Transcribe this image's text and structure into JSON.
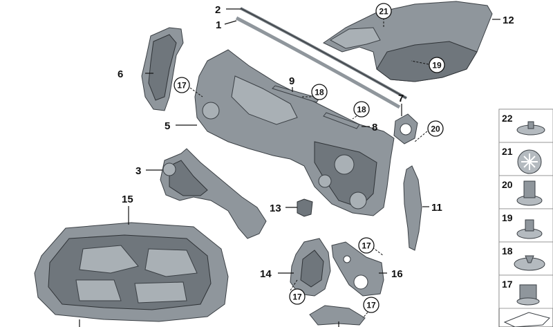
{
  "callouts": {
    "c1": "1",
    "c2": "2",
    "c3": "3",
    "c5": "5",
    "c6": "6",
    "c7": "7",
    "c8": "8",
    "c9": "9",
    "c11": "11",
    "c12": "12",
    "c13": "13",
    "c14": "14",
    "c15": "15",
    "c16": "16"
  },
  "circled": {
    "r17a": "17",
    "r17b": "17",
    "r17c": "17",
    "r17d": "17",
    "r18a": "18",
    "r18b": "18",
    "r19": "19",
    "r20": "20",
    "r21": "21"
  },
  "fastener_panel": [
    "22",
    "21",
    "20",
    "19",
    "18",
    "17"
  ]
}
